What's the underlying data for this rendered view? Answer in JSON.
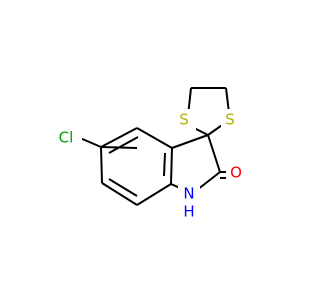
{
  "colors": {
    "background": "#ffffff",
    "bond": "#000000",
    "sulfur": "#b2b200",
    "oxygen": "#ff0000",
    "nitrogen": "#0000ff",
    "chlorine": "#00a000"
  },
  "atoms": {
    "cl": {
      "label": "Cl",
      "element": "chlorine"
    },
    "s1": {
      "label": "S",
      "element": "sulfur"
    },
    "s2": {
      "label": "S",
      "element": "sulfur"
    },
    "o": {
      "label": "O",
      "element": "oxygen"
    },
    "nh": {
      "label": "N",
      "element": "nitrogen"
    },
    "h": {
      "label": "H",
      "element": "nitrogen"
    }
  }
}
